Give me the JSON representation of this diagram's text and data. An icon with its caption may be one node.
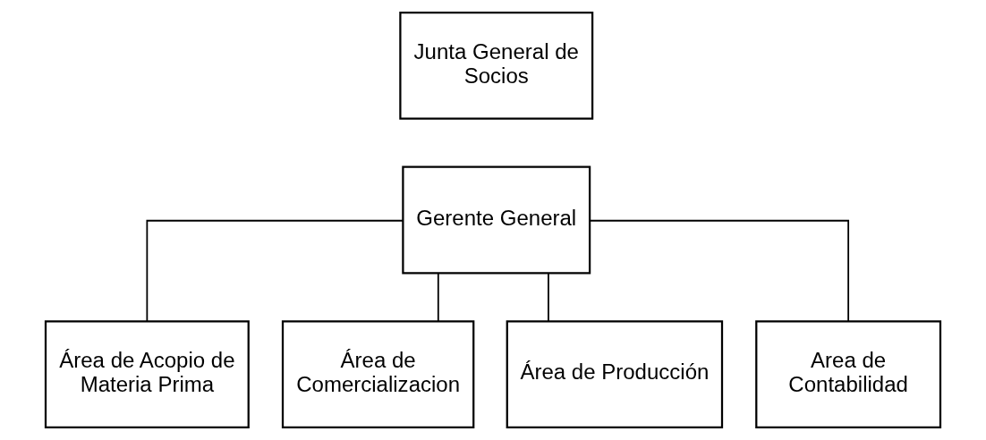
{
  "diagram": {
    "nodes": [
      {
        "text": [
          "Junta General de Socios"
        ]
      },
      {
        "text": [
          "Gerente General"
        ]
      },
      {
        "text": [
          "Área de Acopio de Materia Prima"
        ]
      },
      {
        "text": [
          "Área de Comercializacion"
        ]
      },
      {
        "text": [
          "Área de Producción"
        ]
      },
      {
        "text": [
          "Area de Contabilidad"
        ]
      }
    ],
    "edges": [
      {
        "from": 1,
        "to": 2,
        "arrow": "none"
      },
      {
        "from": 1,
        "to": 3,
        "arrow": "none"
      },
      {
        "from": 1,
        "to": 4,
        "arrow": "none"
      },
      {
        "from": 1,
        "to": 5,
        "arrow": "none"
      }
    ]
  }
}
